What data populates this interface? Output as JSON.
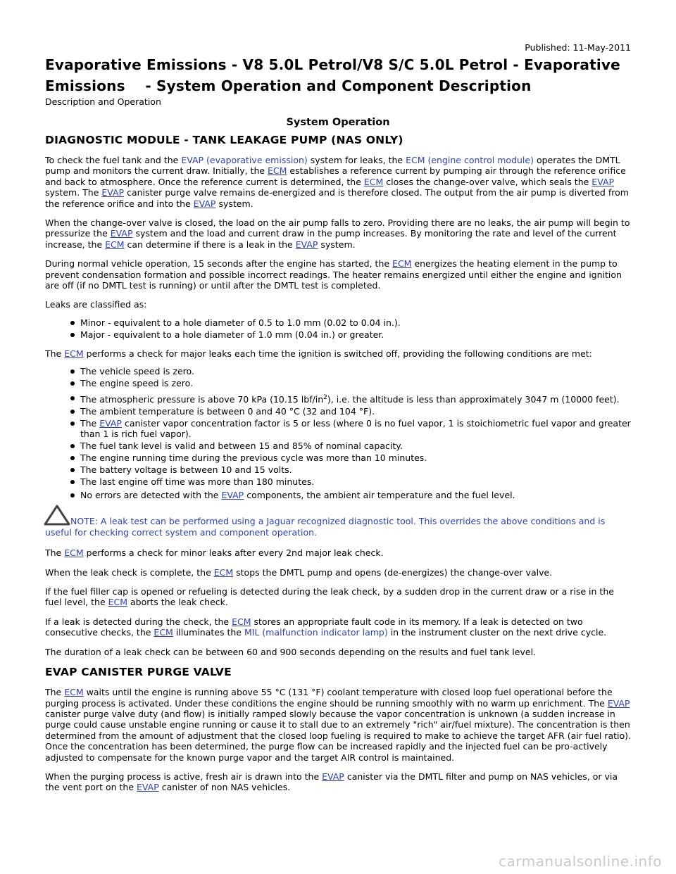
{
  "header": {
    "published": "Published: 11-May-2011",
    "title_line1": "Evaporative Emissions - V8 5.0L Petrol/V8 S/C 5.0L Petrol - Evaporative",
    "title_line2": "Emissions    - System Operation and Component Description",
    "subtitle": "Description and Operation"
  },
  "system_operation": "System Operation",
  "section1": {
    "heading": "DIAGNOSTIC MODULE - TANK LEAKAGE PUMP (NAS ONLY)",
    "p1": {
      "a": "To check the fuel tank and the ",
      "evap": "EVAP (evaporative emission)",
      "b": " system for leaks, the ",
      "ecm": "ECM (engine control module)",
      "c": " operates the DMTL pump and monitors the current draw. Initially, the ",
      "l1": "ECM",
      "d": " establishes a reference current by pumping air through the reference orifice and back to atmosphere. Once the reference current is determined, the ",
      "l2": "ECM",
      "e": " closes the change-over valve, which seals the ",
      "l3": "EVAP",
      "f": " system. The ",
      "l4": "EVAP",
      "g": " canister purge valve remains de-energized and is therefore closed. The output from the air pump is diverted from the reference orifice and into the ",
      "l5": "EVAP",
      "h": " system."
    },
    "p2": {
      "a": "When the change-over valve is closed, the load on the air pump falls to zero. Providing there are no leaks, the air pump will begin to pressurize the ",
      "l1": "EVAP",
      "b": " system and the load and current draw in the pump increases. By monitoring the rate and level of the current increase, the ",
      "l2": "ECM",
      "c": " can determine if there is a leak in the ",
      "l3": "EVAP",
      "d": " system."
    },
    "p3": {
      "a": "During normal vehicle operation, 15 seconds after the engine has started, the ",
      "l1": "ECM",
      "b": " energizes the heating element in the pump to prevent condensation formation and possible incorrect readings. The heater remains energized until either the engine and ignition are off (if no DMTL test is running) or until after the DMTL test is completed."
    },
    "p4": "Leaks are classified as:",
    "leak_list": [
      "Minor - equivalent to a hole diameter of 0.5 to 1.0 mm (0.02 to 0.04 in.).",
      "Major - equivalent to a hole diameter of 1.0 mm (0.04 in.) or greater."
    ],
    "p5": {
      "a": "The ",
      "l1": "ECM",
      "b": " performs a check for major leaks each time the ignition is switched off, providing the following conditions are met:"
    },
    "conditions": {
      "c1": "The vehicle speed is zero.",
      "c2": "The engine speed is zero.",
      "c3a": "The atmospheric pressure is above 70 kPa (10.15 lbf/in",
      "c3sup": "2",
      "c3b": "), i.e. the altitude is less than approximately 3047 m (10000 feet).",
      "c4": "The ambient temperature is between 0 and 40 °C (32 and 104 °F).",
      "c5a": "The ",
      "c5l": "EVAP",
      "c5b": " canister vapor concentration factor is 5 or less (where 0 is no fuel vapor, 1 is stoichiometric fuel vapor and greater than 1 is rich fuel vapor).",
      "c6": "The fuel tank level is valid and between 15 and 85% of nominal capacity.",
      "c7": "The engine running time during the previous cycle was more than 10 minutes.",
      "c8": "The battery voltage is between 10 and 15 volts.",
      "c9": "The last engine off time was more than 180 minutes.",
      "c10a": "No errors are detected with the ",
      "c10l": "EVAP",
      "c10b": " components, the ambient air temperature and the fuel level."
    },
    "note": "NOTE: A leak test can be performed using a Jaguar recognized diagnostic tool. This overrides the above conditions and is useful for checking correct system and component operation.",
    "p6": {
      "a": "The ",
      "l1": "ECM",
      "b": " performs a check for minor leaks after every 2nd major leak check."
    },
    "p7": {
      "a": "When the leak check is complete, the ",
      "l1": "ECM",
      "b": " stops the DMTL pump and opens (de-energizes) the change-over valve."
    },
    "p8": {
      "a": "If the fuel filler cap is opened or refueling is detected during the leak check, by a sudden drop in the current draw or a rise in the fuel level, the ",
      "l1": "ECM",
      "b": " aborts the leak check."
    },
    "p9": {
      "a": "If a leak is detected during the check, the ",
      "l1": "ECM",
      "b": " stores an appropriate fault code in its memory. If a leak is detected on two consecutive checks, the ",
      "l2": "ECM",
      "c": " illuminates the ",
      "mil": "MIL (malfunction indicator lamp)",
      "d": " in the instrument cluster on the next drive cycle."
    },
    "p10": "The duration of a leak check can be between 60 and 900 seconds depending on the results and fuel tank level."
  },
  "section2": {
    "heading": "EVAP CANISTER PURGE VALVE",
    "p1": {
      "a": "The ",
      "l1": "ECM",
      "b": " waits until the engine is running above 55 °C (131 °F) coolant temperature with closed loop fuel operational before the purging process is activated. Under these conditions the engine should be running smoothly with no warm up enrichment. The ",
      "l2": "EVAP",
      "c": " canister purge valve duty (and flow) is initially ramped slowly because the vapor concentration is unknown (a sudden increase in purge could cause unstable engine running or cause it to stall due to an extremely \"rich\" air/fuel mixture). The concentration is then determined from the amount of adjustment that the closed loop fueling is required to make to achieve the target AFR (air fuel ratio). Once the concentration has been determined, the purge flow can be increased rapidly and the injected fuel can be pro-actively adjusted to compensate for the known purge vapor and the target AIR control is maintained."
    },
    "p2": {
      "a": "When the purging process is active, fresh air is drawn into the ",
      "l1": "EVAP",
      "b": " canister via the DMTL filter and pump on NAS vehicles, or via the vent port on the ",
      "l2": "EVAP",
      "c": " canister of non NAS vehicles."
    }
  },
  "watermark": "carmanualsonline.info",
  "colors": {
    "link": "#2a3fbf",
    "text": "#000000",
    "watermark": "#c9c9c9"
  }
}
